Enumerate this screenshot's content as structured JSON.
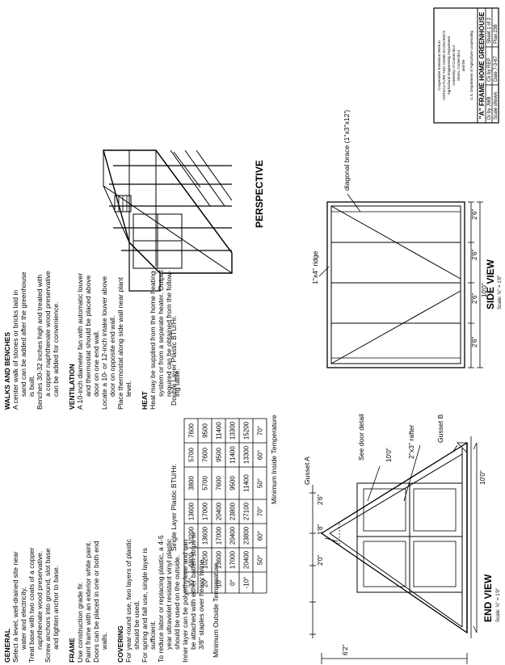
{
  "notes": {
    "general": {
      "heading": "GENERAL",
      "lines": [
        "Select a level, well-drained site near",
        "water and electricity.",
        "Treat base with two coats of a copper",
        "naphthenate wood preservative.",
        "Screw anchors into ground, slot base",
        "and tighten anchor to base."
      ]
    },
    "frame": {
      "heading": "FRAME",
      "lines": [
        "Use construction grade fir.",
        "Paint frame with an exterior white paint.",
        "Doors can be placed in one or both end",
        "walls."
      ]
    },
    "covering": {
      "heading": "COVERING",
      "lines": [
        "For year-round use, two layers of plastic",
        "should be used.",
        "For spring and fall use, single layer is",
        "sufficient.",
        "To reduce labor or replacing plastic, a 4-5",
        "year ultraviolet resistant vinyl plastic",
        "should be used on the outside.",
        "Inner layer can be polyethylene and can",
        "be attached with either batten strips or",
        "3/8\" staples over heavy twine."
      ]
    },
    "walks": {
      "heading": "WALKS AND BENCHES",
      "lines": [
        "A center walk of stones or bricks laid in",
        "sand can be added after the greenhouse",
        "is built.",
        "Benches 30-32 inches high and treated with",
        "a copper naphthenate wood preservative",
        "can be added for convenience."
      ]
    },
    "ventilation": {
      "heading": "VENTILATION",
      "lines": [
        "A 10-inch diameter fan with automatic louver",
        "and thermostat should be placed above",
        "door on one end wall.",
        "Locate a 10- or 12-inch intake louver above",
        "door on opposite end wall.",
        "Place thermostat along side wall near plant",
        "level."
      ]
    },
    "heat": {
      "heading": "HEAT",
      "lines": [
        "Heat may be supplied from the home heating",
        "system or from a separate heater. Output",
        "required can be obtained from the follow-",
        "ing table."
      ]
    }
  },
  "heat_table": {
    "single_header": "Single Layer Plastic BTU/Hr.",
    "double_header": "Double Layer Plastic BTU/Hr.",
    "outside_label": "Minimum Outside Temperature",
    "inside_label": "Minimum Inside Temperature",
    "rows": [
      {
        "outside": "30°",
        "single": [
          "6800",
          "10200",
          "13600"
        ],
        "double": [
          "3800",
          "5700",
          "7600"
        ]
      },
      {
        "outside": "20°",
        "single": [
          "10200",
          "13600",
          "17000"
        ],
        "double": [
          "5700",
          "7600",
          "9500"
        ]
      },
      {
        "outside": "10°",
        "single": [
          "13600",
          "17000",
          "20400"
        ],
        "double": [
          "7600",
          "9500",
          "11400"
        ]
      },
      {
        "outside": "0°",
        "single": [
          "17000",
          "20400",
          "23800"
        ],
        "double": [
          "9500",
          "11400",
          "13300"
        ]
      },
      {
        "outside": "-10°",
        "single": [
          "20400",
          "23800",
          "27100"
        ],
        "double": [
          "11400",
          "13300",
          "15200"
        ]
      }
    ],
    "inside_temps": [
      "50°",
      "60°",
      "70°"
    ]
  },
  "drawings": {
    "perspective": "PERSPECTIVE",
    "end_view_title": "END VIEW",
    "end_view_scale": "Scale: ½\" = 1'0\"",
    "side_view_title": "SIDE VIEW",
    "side_view_scale": "Scale: ½\" = 1'0\"",
    "gusset_a": "Gusset A",
    "gusset_b": "Gusset B",
    "see_door": "See door detail",
    "rafter": "2\"x3\" rafter",
    "ridge": "1\"x4\" ridge",
    "brace": "diagonal brace (1\"x3\"x12')",
    "dim_rafter": "10'0\"",
    "dim_base": "10'0\"",
    "dim_height": "6'2\"",
    "dim_end_a": "2'0\"",
    "dim_end_b": "1'8\"",
    "dim_end_c": "2'6\"",
    "dim_side_segment": "2'6\"",
    "dim_side_total": "10'0\""
  },
  "title_block": {
    "agency": [
      "Cooperative Extension Work in",
      "AGRICULTURE AND HOME ECONOMICS",
      "Agricultural Engineering Department",
      "University of Connecticut",
      "Storrs, Connecticut",
      "and the",
      "U.S. Department of Agriculture cooperating"
    ],
    "title": "\"A\" FRAME HOME GREENHOUSE",
    "dr_by": "Dr by JWB",
    "ck_by": "Ck by REP",
    "sheet": "Sheet 1 of 2",
    "scale": "Scale shown",
    "date": "Date 7-3-67",
    "plan": "Plan 238"
  }
}
